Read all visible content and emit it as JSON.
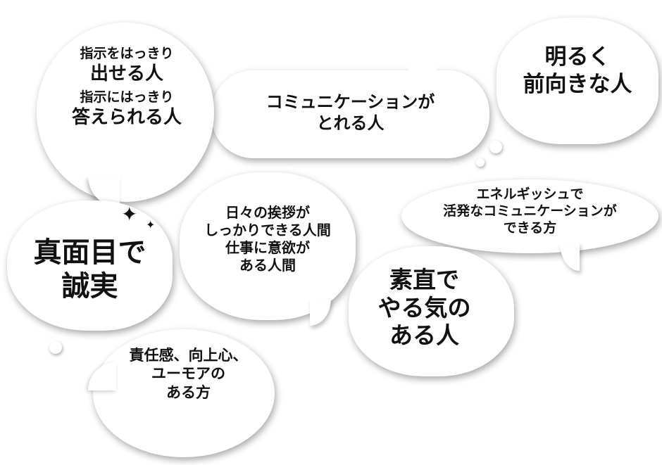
{
  "bubbles": {
    "b1": {
      "lines": [
        "指示をはっきり",
        "出せる人",
        "指示にはっきり",
        "答えられる人"
      ]
    },
    "b2": {
      "lines": [
        "コミュニケーションが",
        "とれる人"
      ]
    },
    "b3": {
      "lines": [
        "明るく",
        "前向きな人"
      ]
    },
    "b4": {
      "lines": [
        "真面目で",
        "誠実"
      ]
    },
    "b5": {
      "lines": [
        "日々の挨拶が",
        "しっかりできる人間",
        "仕事に意欲が",
        "ある人間"
      ]
    },
    "b6": {
      "lines": [
        "エネルギッシュで",
        "活発なコミュニケーションが",
        "できる方"
      ]
    },
    "b7": {
      "lines": [
        "素直で",
        "やる気の",
        "ある人"
      ]
    },
    "b8": {
      "lines": [
        "責任感、向上心、",
        "ユーモアの",
        "ある方"
      ]
    }
  },
  "colors": {
    "text": "#111111",
    "bubble": "#ffffff",
    "background": "#ffffff"
  }
}
